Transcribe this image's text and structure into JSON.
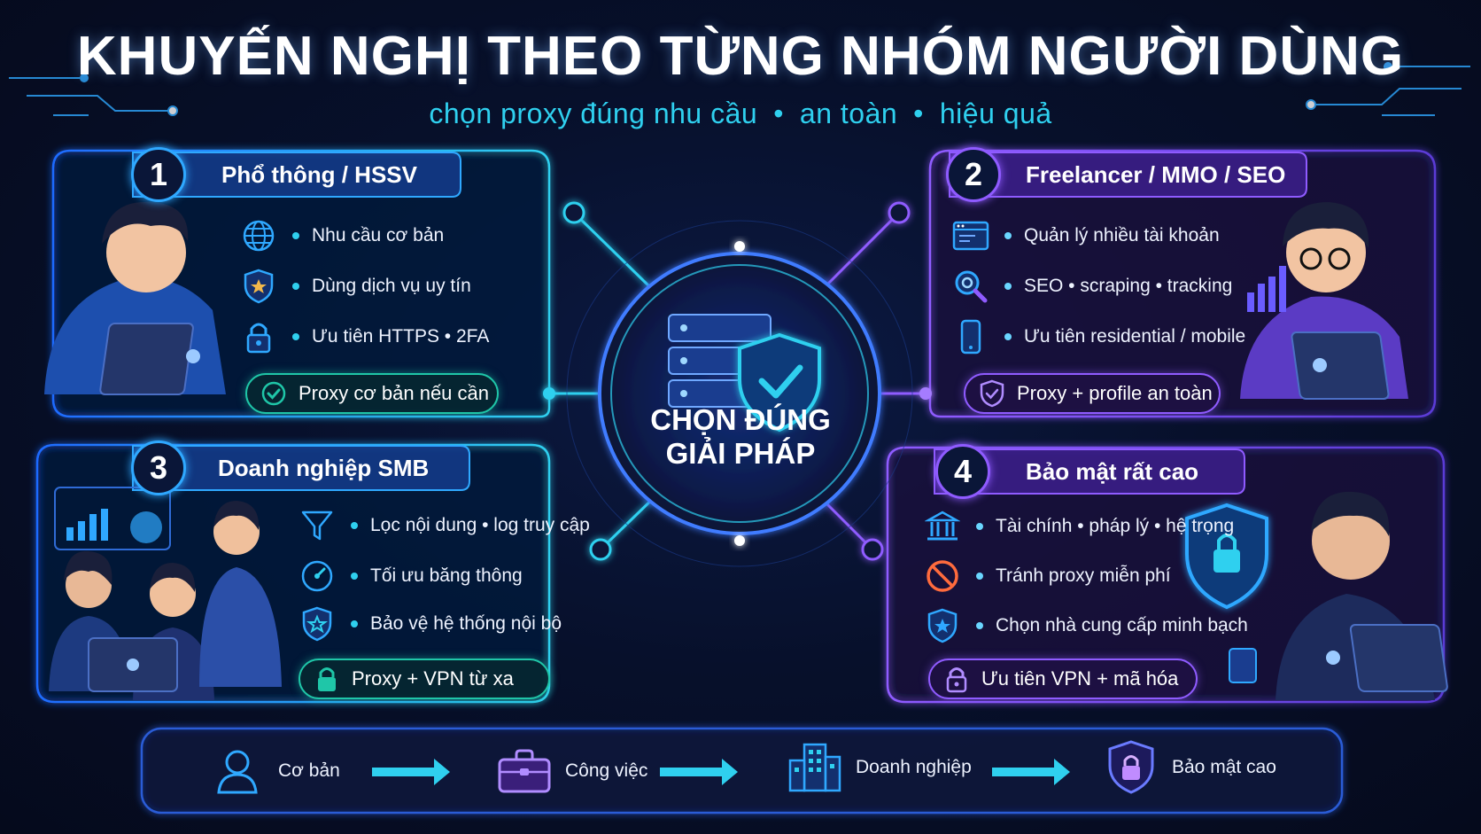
{
  "title": "KHUYẾN NGHỊ THEO TỪNG NHÓM NGƯỜI DÙNG",
  "subtitle": {
    "part1": "chọn proxy đúng nhu cầu",
    "part2": "an toàn",
    "part3": "hiệu quả",
    "separator": "•"
  },
  "center": {
    "line1": "CHỌN ĐÚNG",
    "line2": "GIẢI PHÁP"
  },
  "groups": [
    {
      "number": "1",
      "title": "Phổ thông / HSSV",
      "items": [
        {
          "icon": "globe-icon",
          "text": "Nhu cầu cơ bản"
        },
        {
          "icon": "star-shield-icon",
          "text": "Dùng dịch vụ uy tín"
        },
        {
          "icon": "lock-icon",
          "text": "Ưu tiên HTTPS • 2FA"
        }
      ],
      "recommendation": {
        "icon": "check-circle-icon",
        "text": "Proxy cơ bản nếu cần"
      }
    },
    {
      "number": "2",
      "title": "Freelancer / MMO / SEO",
      "items": [
        {
          "icon": "browser-window-icon",
          "text": "Quản lý nhiều tài khoản"
        },
        {
          "icon": "search-gear-icon",
          "text": "SEO • scraping • tracking"
        },
        {
          "icon": "mobile-icon",
          "text": "Ưu tiên residential / mobile"
        }
      ],
      "recommendation": {
        "icon": "shield-check-icon",
        "text": "Proxy + profile an toàn"
      }
    },
    {
      "number": "3",
      "title": "Doanh nghiệp SMB",
      "items": [
        {
          "icon": "filter-icon",
          "text": "Lọc nội dung • log truy cập"
        },
        {
          "icon": "speedometer-icon",
          "text": "Tối ưu băng thông"
        },
        {
          "icon": "star-shield-icon",
          "text": "Bảo vệ hệ thống nội bộ"
        }
      ],
      "recommendation": {
        "icon": "lock-icon",
        "text": "Proxy + VPN từ xa"
      }
    },
    {
      "number": "4",
      "title": "Bảo mật rất cao",
      "items": [
        {
          "icon": "bank-icon",
          "text": "Tài chính • pháp lý • hệ trọng"
        },
        {
          "icon": "prohibited-icon",
          "text": "Tránh proxy miễn phí"
        },
        {
          "icon": "star-shield-icon",
          "text": "Chọn nhà cung cấp minh bạch"
        }
      ],
      "recommendation": {
        "icon": "lock-icon",
        "text": "Ưu tiên VPN + mã hóa"
      }
    }
  ],
  "flow": [
    {
      "icon": "user-icon",
      "label": "Cơ bản"
    },
    {
      "icon": "briefcase-icon",
      "label": "Công việc"
    },
    {
      "icon": "building-icon",
      "label": "Doanh nghiệp"
    },
    {
      "icon": "shield-lock-icon",
      "label": "Bảo mật cao"
    }
  ],
  "colors": {
    "background": "#07102b",
    "cyan": "#2fd0ef",
    "violet": "#8f5bff",
    "teal": "#1fc6a8"
  }
}
